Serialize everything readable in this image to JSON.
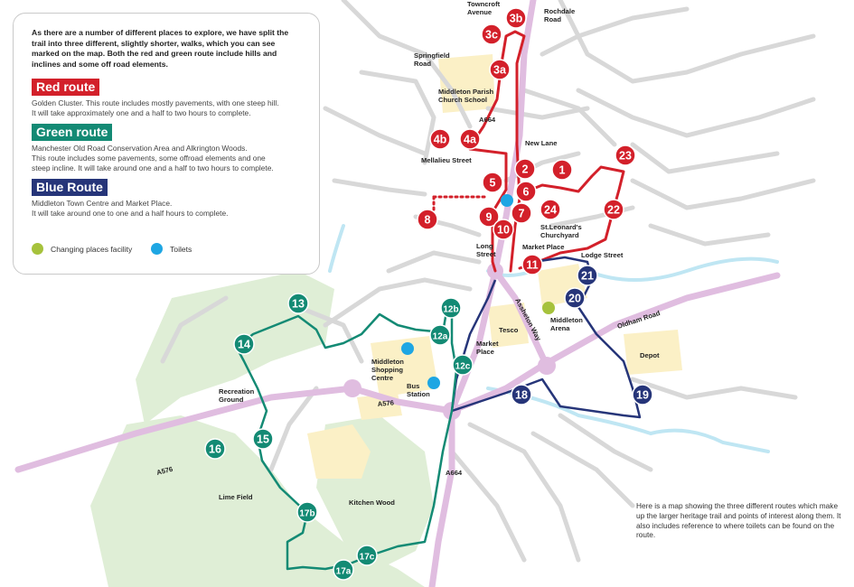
{
  "legend": {
    "intro": "As there are a number of different places to explore, we have split the trail into three different, slightly shorter, walks, which you can see marked on the map. Both the red and green route include hills and inclines and some off road elements.",
    "routes": [
      {
        "name": "Red route",
        "color": "#d3202a",
        "desc": "Golden Cluster. This route includes mostly pavements, with one steep hill.\nIt will take approximately one and a half to two hours to complete."
      },
      {
        "name": "Green route",
        "color": "#138a74",
        "desc": "Manchester Old Road Conservation Area and Alkrington Woods.\nThis route includes some pavements, some offroad elements and one\nsteep incline. It will take around one and a half to two hours to complete."
      },
      {
        "name": "Blue Route",
        "color": "#263579",
        "desc": "Middleton Town Centre and Market Place.\nIt will take around one to one and a half hours to complete."
      }
    ],
    "facilities": [
      {
        "label": "Changing places facility",
        "color": "#a6c23c"
      },
      {
        "label": "Toilets",
        "color": "#1ea6e3"
      }
    ]
  },
  "note": "Here is a map showing the three different routes which make up the larger heritage trail and points of interest along them. It also includes reference to where toilets can be found on the route.",
  "map": {
    "places": {
      "towncroft": "Towncroft\nAvenue",
      "rochdale": "Rochdale\nRoad",
      "springfield": "Springfield\nRoad",
      "school": "Middleton Parish\nChurch School",
      "a664_top": "A664",
      "new_lane": "New Lane",
      "mellalieu": "Mellalieu Street",
      "churchyard": "St.Leonard's\nChurchyard",
      "long_street": "Long\nStreet",
      "market_place_top": "Market Place",
      "lodge_street": "Lodge Street",
      "ashton_way": "Assheton Way",
      "oldham_road": "Oldham Road",
      "tesco": "Tesco",
      "arena": "Middleton\nArena",
      "market_place": "Market\nPlace",
      "depot": "Depot",
      "shopping": "Middleton\nShopping\nCentre",
      "bus": "Bus\nStation",
      "recreation": "Recreation\nGround",
      "a576_mid": "A576",
      "a576_left": "A576",
      "a664_bottom": "A664",
      "lime_field": "Lime Field",
      "kitchen_wood": "Kitchen Wood"
    },
    "markers": [
      {
        "label": "3b",
        "route": "red"
      },
      {
        "label": "3c",
        "route": "red"
      },
      {
        "label": "3a",
        "route": "red"
      },
      {
        "label": "4b",
        "route": "red"
      },
      {
        "label": "4a",
        "route": "red"
      },
      {
        "label": "2",
        "route": "red"
      },
      {
        "label": "1",
        "route": "red"
      },
      {
        "label": "23",
        "route": "red"
      },
      {
        "label": "5",
        "route": "red"
      },
      {
        "label": "6",
        "route": "red"
      },
      {
        "label": "7",
        "route": "red"
      },
      {
        "label": "24",
        "route": "red"
      },
      {
        "label": "22",
        "route": "red"
      },
      {
        "label": "8",
        "route": "red"
      },
      {
        "label": "9",
        "route": "red"
      },
      {
        "label": "10",
        "route": "red"
      },
      {
        "label": "11",
        "route": "red"
      },
      {
        "label": "21",
        "route": "blue"
      },
      {
        "label": "20",
        "route": "blue"
      },
      {
        "label": "19",
        "route": "blue"
      },
      {
        "label": "18",
        "route": "blue"
      },
      {
        "label": "13",
        "route": "green"
      },
      {
        "label": "14",
        "route": "green"
      },
      {
        "label": "12b",
        "route": "green"
      },
      {
        "label": "12a",
        "route": "green"
      },
      {
        "label": "12c",
        "route": "green"
      },
      {
        "label": "15",
        "route": "green"
      },
      {
        "label": "16",
        "route": "green"
      },
      {
        "label": "17b",
        "route": "green"
      },
      {
        "label": "17c",
        "route": "green"
      },
      {
        "label": "17a",
        "route": "green"
      }
    ],
    "colors": {
      "red": "#d3202a",
      "green": "#138a74",
      "blue": "#263579",
      "toilet": "#1ea6e3",
      "changing": "#a6c23c",
      "water": "#bfe6f3",
      "park": "#dfeed6",
      "building": "#fbf0c6",
      "road": "#d8d8d8",
      "main_road": "#d9a9d9"
    }
  }
}
